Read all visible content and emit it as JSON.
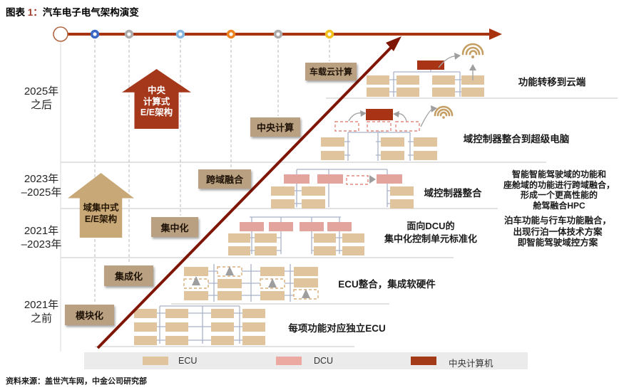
{
  "title": {
    "prefix": "图表 ",
    "number": "1：",
    "text": "汽车电子电气架构演变"
  },
  "timeline": {
    "milestones": [
      {
        "color": "#3A66C4"
      },
      {
        "color": "#ABABAB"
      },
      {
        "color": "#85B6E0"
      },
      {
        "color": "#EE8322"
      },
      {
        "color": "#ABABAB"
      },
      {
        "color": "#F2C11E"
      }
    ]
  },
  "colors": {
    "timeline_arrow": "#A8330F",
    "diagonal_arrow": "#7E1505",
    "ecu": "#DFC49E",
    "dcu": "#E2A49D",
    "central_computer": "#A93415"
  },
  "year_bands": [
    {
      "label": "2025年\n之后"
    },
    {
      "label": "2023年\n–2025年"
    },
    {
      "label": "2021年\n–2023年"
    },
    {
      "label": "2021年\n之前"
    }
  ],
  "evolution_arrows": {
    "central": {
      "label": "中央\n计算式\nE/E架构",
      "color": "#A5371B",
      "text_color": "#ffffff"
    },
    "domain": {
      "label": "域集中式\nE/E架构",
      "color": "#C9A877",
      "text_color": "#241603"
    }
  },
  "stages": [
    {
      "label": "模块化"
    },
    {
      "label": "集成化"
    },
    {
      "label": "集中化"
    },
    {
      "label": "跨域融合"
    },
    {
      "label": "中央计算"
    },
    {
      "label": "车载云计算"
    }
  ],
  "rows": [
    {
      "desc": "功能转移到云端"
    },
    {
      "desc": "域控制器整合到超级电脑"
    },
    {
      "desc": "域控制器整合",
      "note": "智能智能驾驶域的功能和\n座舱域的功能进行跨域融合，\n形成一个更高性能的\n舱驾融合HPC"
    },
    {
      "desc": "面向DCU的\n集中化控制单元标准化",
      "note": "泊车功能与行车功能融合，\n出现行泊一体技术方案\n即智能驾驶域控方案"
    },
    {
      "desc": "ECU整合，集成软硬件"
    },
    {
      "desc": "每项功能对应独立ECU"
    }
  ],
  "legend": {
    "items": [
      {
        "label": "ECU",
        "color": "#DFC49E"
      },
      {
        "label": "DCU",
        "color": "#EBA9A2"
      },
      {
        "label": "中央计算机",
        "color": "#A33B18"
      }
    ]
  },
  "source": "资料来源：盖世汽车网，中金公司研究部"
}
